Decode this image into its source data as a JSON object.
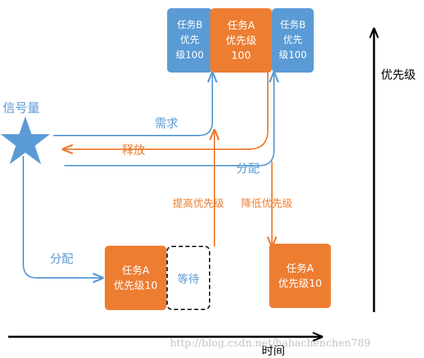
{
  "semaphore": {
    "label": "信号量",
    "icon": "star-icon"
  },
  "tasks_top": {
    "task_b_left": "任务B\n优先\n级100",
    "task_a": "任务A\n优先级\n100",
    "task_b_right": "任务B\n优先\n级100"
  },
  "tasks_bottom": {
    "task_a_first": "任务A\n优先级10",
    "wait": "等待",
    "task_a_second": "任务A\n优先级10"
  },
  "labels": {
    "request": "需求",
    "release": "释放",
    "assign_top": "分配",
    "assign_left": "分配",
    "raise_priority": "提高优先级",
    "lower_priority": "降低优先级"
  },
  "axes": {
    "priority": "优先级",
    "time": "时间"
  },
  "watermark": "http://blog.csdn.net/hahachenchen789",
  "colors": {
    "blue": "#5b9bd5",
    "orange": "#ed7d31",
    "black": "#000000"
  }
}
